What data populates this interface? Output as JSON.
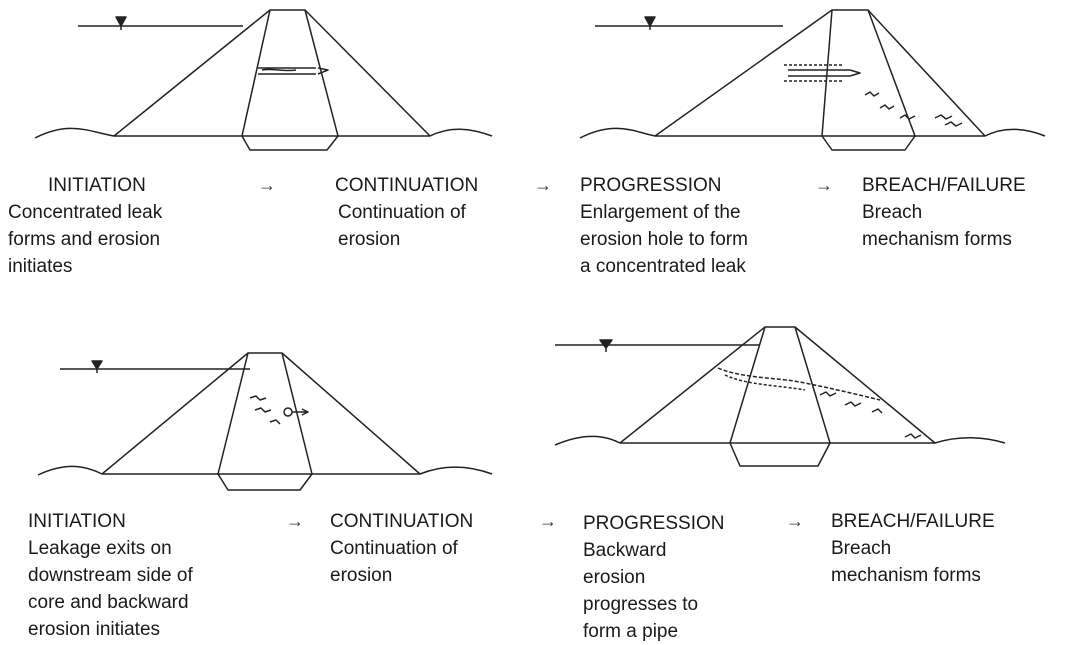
{
  "row1": {
    "stages": [
      {
        "title": "INITIATION",
        "desc": [
          "Concentrated leak",
          "forms and erosion",
          "initiates"
        ]
      },
      {
        "title": "CONTINUATION",
        "desc": [
          "Continuation of",
          "erosion"
        ]
      },
      {
        "title": "PROGRESSION",
        "desc": [
          "Enlargement of the",
          "erosion hole to form",
          "a concentrated leak"
        ]
      },
      {
        "title": "BREACH/FAILURE",
        "desc": [
          "Breach",
          "mechanism forms"
        ]
      }
    ]
  },
  "row2": {
    "stages": [
      {
        "title": "INITIATION",
        "desc": [
          "Leakage exits on",
          "downstream side of",
          "core and backward",
          "erosion initiates"
        ]
      },
      {
        "title": "CONTINUATION",
        "desc": [
          "Continuation of",
          "erosion"
        ]
      },
      {
        "title": "PROGRESSION",
        "desc": [
          "Backward",
          "erosion",
          "progresses to",
          "form a pipe"
        ]
      },
      {
        "title": "BREACH/FAILURE",
        "desc": [
          "Breach",
          "mechanism forms"
        ]
      }
    ]
  },
  "arrow_glyph": "→"
}
